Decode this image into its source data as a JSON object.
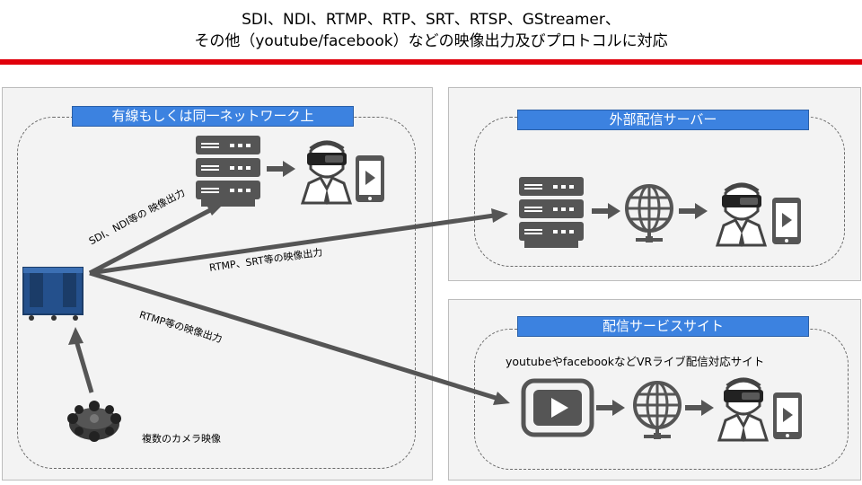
{
  "header": {
    "line1": "SDI、NDI、RTMP、RTP、SRT、RTSP、GStreamer、",
    "line2": "その他（youtube/facebook）などの映像出力及びプロトコルに対応"
  },
  "panels": {
    "lan": {
      "label": "有線もしくは同一ネットワーク上"
    },
    "external": {
      "label": "外部配信サーバー"
    },
    "service": {
      "label": "配信サービスサイト",
      "caption": "youtubeやfacebookなどVRライブ配信対応サイト"
    }
  },
  "arrows": {
    "sdi": "SDI、NDI等の 映像出力",
    "rtmp_srt": "RTMP、SRT等の映像出力",
    "rtmp": "RTMP等の映像出力"
  },
  "camera_label": "複数のカメラ映像",
  "colors": {
    "accent": "#3c82e0",
    "brand_red": "#e0000b",
    "icon_gray": "#555555"
  }
}
